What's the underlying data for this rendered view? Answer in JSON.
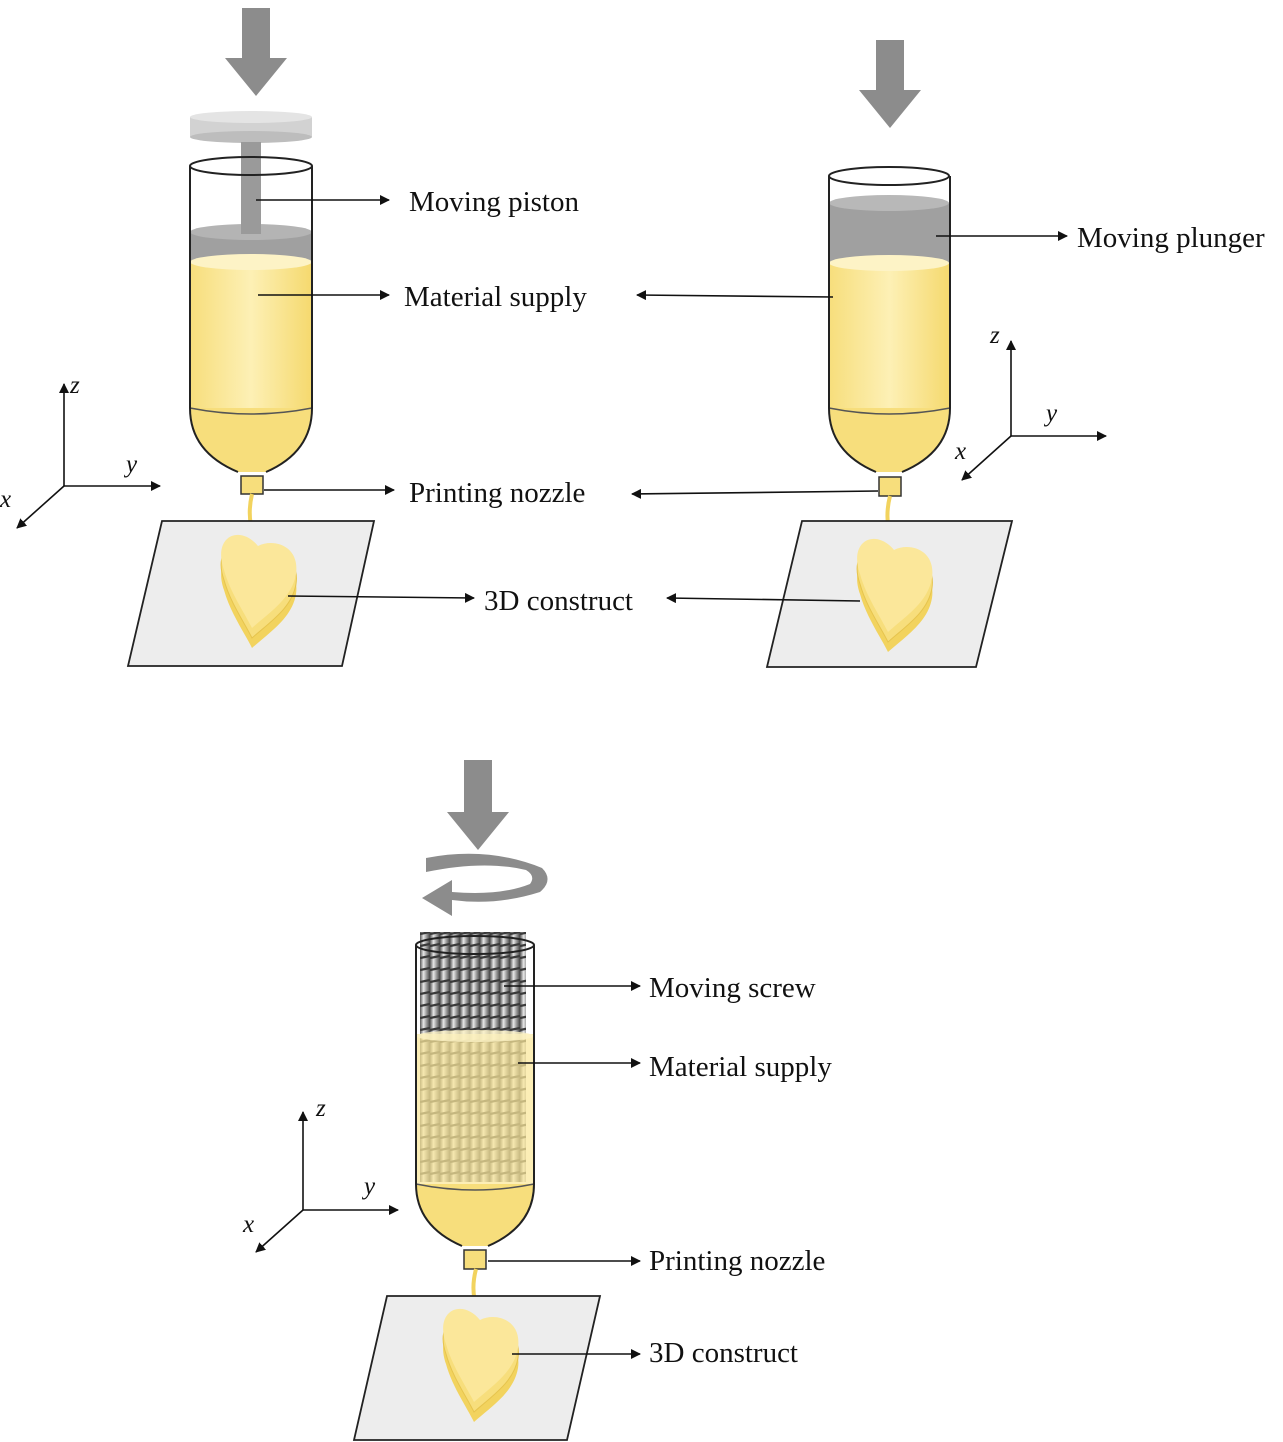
{
  "labels": {
    "moving_piston": "Moving piston",
    "material_supply": "Material supply",
    "printing_nozzle": "Printing nozzle",
    "construct": "3D construct",
    "moving_plunger": "Moving plunger",
    "moving_screw": "Moving screw"
  },
  "axes": {
    "x": "x",
    "y": "y",
    "z": "z"
  },
  "colors": {
    "material": "#fbe79a",
    "material_dark": "#f2d35e",
    "arrow_gray": "#8c8c8c",
    "plunger_gray": "#a0a0a0",
    "platform": "#ededed"
  },
  "icons": {
    "force": "down-arrow-icon",
    "rotation": "rotation-arrow-icon"
  }
}
